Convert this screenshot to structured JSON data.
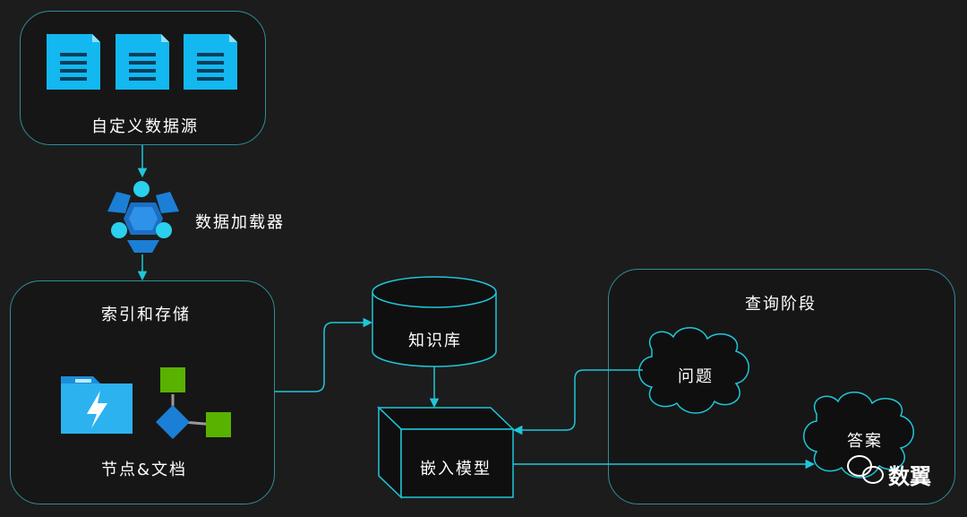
{
  "nodes": {
    "custom_source": "自定义数据源",
    "loader": "数据加载器",
    "index_storage": "索引和存储",
    "nodes_docs": "节点&文档",
    "knowledge_base": "知识库",
    "embedding_model": "嵌入模型",
    "query_stage": "查询阶段",
    "question": "问题",
    "answer": "答案"
  },
  "watermark": "数翼",
  "colors": {
    "line": "#1fc6d9",
    "panel_border": "#2e8e99",
    "doc_icon": "#12b8ef",
    "loader_blue": "#1b7fd6",
    "green": "#59b200",
    "background": "#1c1c1c"
  },
  "icons": [
    "document-icon",
    "document-icon",
    "document-icon",
    "data-loader-icon",
    "folder-lightning-icon",
    "node-graph-icon",
    "cylinder-icon",
    "cube-icon",
    "cloud-icon",
    "cloud-icon",
    "wechat-icon"
  ]
}
